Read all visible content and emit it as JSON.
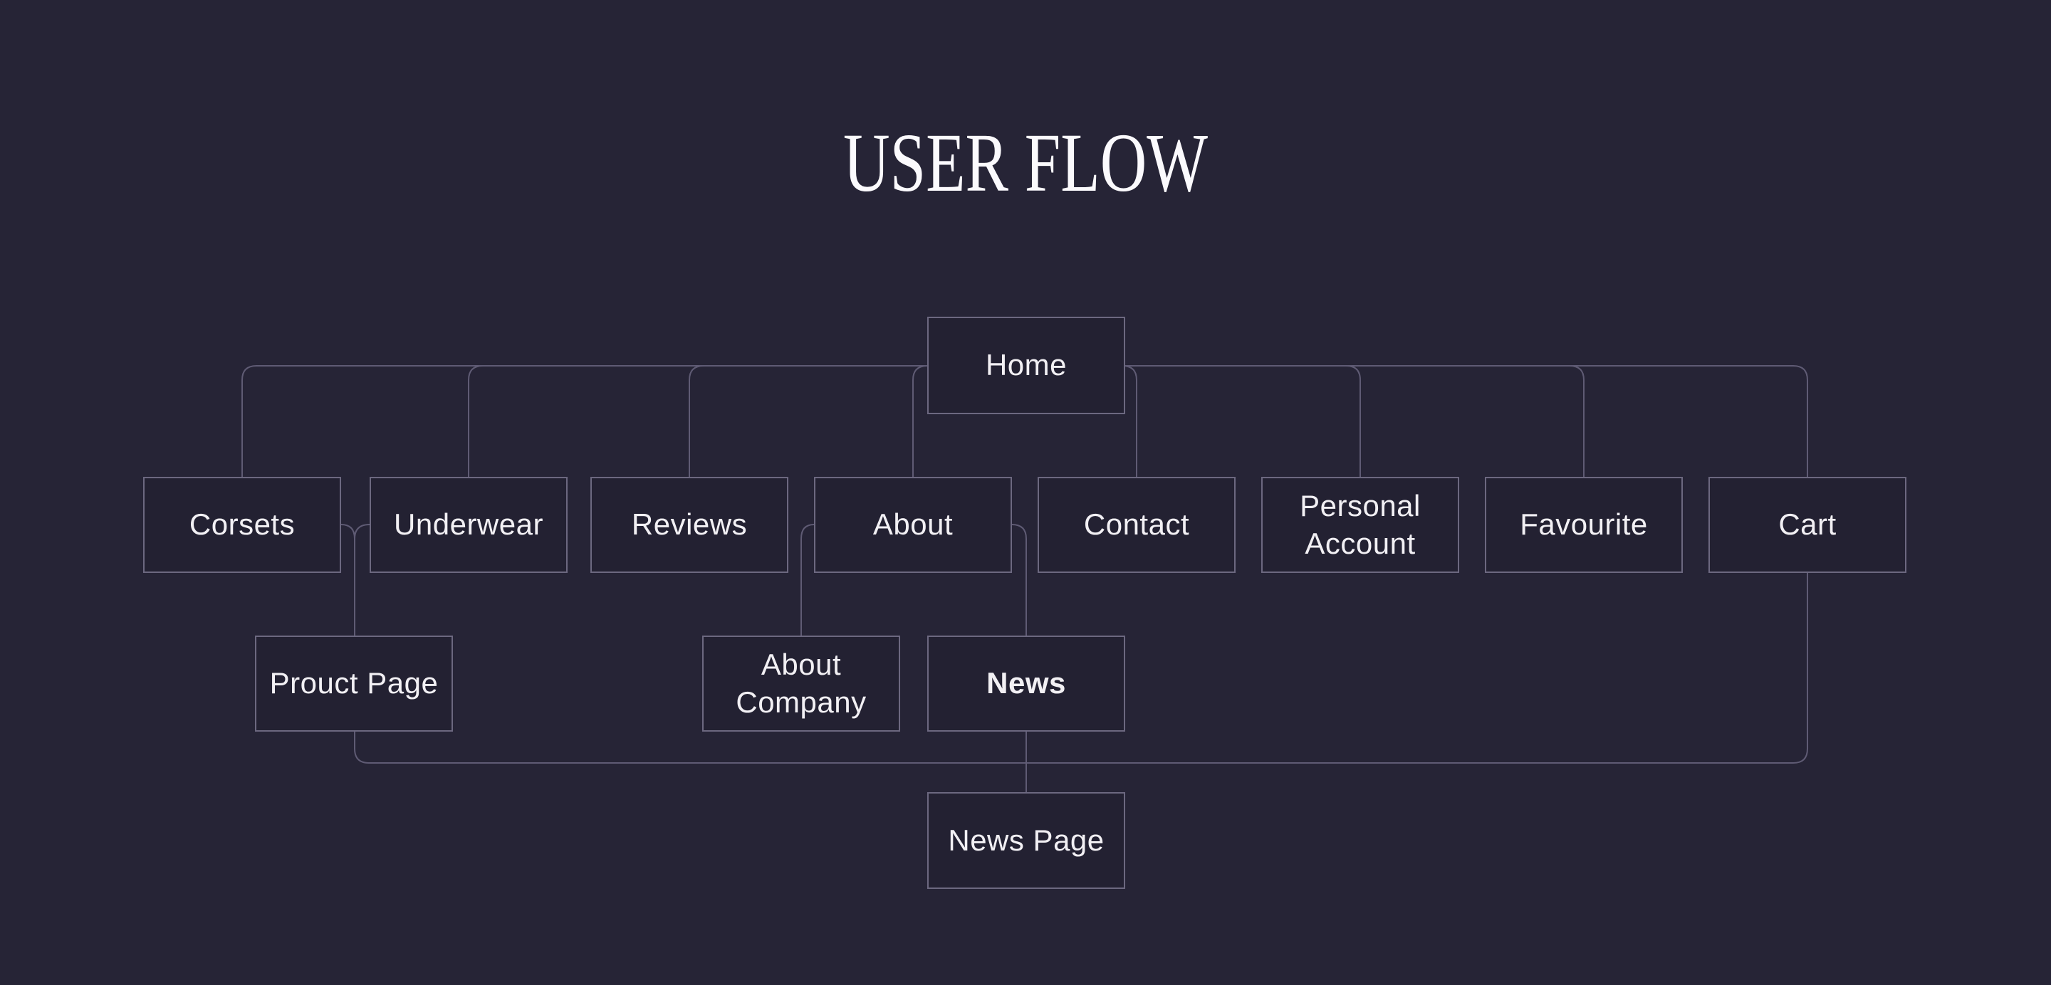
{
  "title": "USER FLOW",
  "colors": {
    "background": "#262436",
    "node_fill": "#232132",
    "node_border": "#6c6880",
    "connector": "#5f5b74",
    "label_text": "#f2f0f4",
    "title_text": "#fbfafd"
  },
  "nodes": [
    {
      "id": "home",
      "label": "Home"
    },
    {
      "id": "corsets",
      "label": "Corsets"
    },
    {
      "id": "underwear",
      "label": "Underwear"
    },
    {
      "id": "reviews",
      "label": "Reviews"
    },
    {
      "id": "about",
      "label": "About"
    },
    {
      "id": "contact",
      "label": "Contact"
    },
    {
      "id": "personal-account",
      "label": "Personal\nAccount"
    },
    {
      "id": "favourite",
      "label": "Favourite"
    },
    {
      "id": "cart",
      "label": "Cart"
    },
    {
      "id": "prouct-page",
      "label": "Prouct Page"
    },
    {
      "id": "about-company",
      "label": "About\nCompany"
    },
    {
      "id": "news",
      "label": "News"
    },
    {
      "id": "news-page",
      "label": "News Page"
    }
  ],
  "edges": [
    {
      "from": "home",
      "to": "corsets"
    },
    {
      "from": "home",
      "to": "underwear"
    },
    {
      "from": "home",
      "to": "reviews"
    },
    {
      "from": "home",
      "to": "about"
    },
    {
      "from": "home",
      "to": "contact"
    },
    {
      "from": "home",
      "to": "personal-account"
    },
    {
      "from": "home",
      "to": "favourite"
    },
    {
      "from": "home",
      "to": "cart"
    },
    {
      "from": "corsets",
      "to": "prouct-page"
    },
    {
      "from": "underwear",
      "to": "prouct-page"
    },
    {
      "from": "about",
      "to": "about-company"
    },
    {
      "from": "about",
      "to": "news"
    },
    {
      "from": "news",
      "to": "news-page"
    },
    {
      "from": "prouct-page",
      "to": "cart"
    }
  ]
}
